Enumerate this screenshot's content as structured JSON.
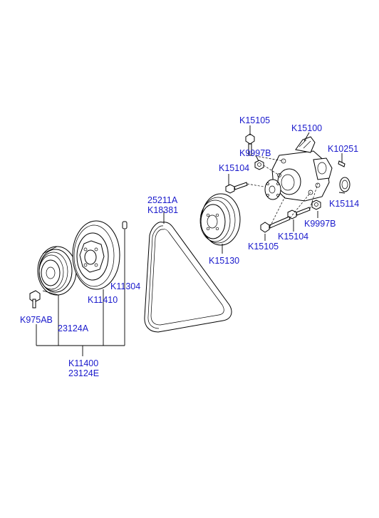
{
  "labels": {
    "k15105_top": "K15105",
    "k15100": "K15100",
    "k10251": "K10251",
    "k9997b_top": "K9997B",
    "k15104_top": "K15104",
    "k15114": "K15114",
    "k9997b_bottom": "K9997B",
    "k15104_bottom": "K15104",
    "k15105_bottom": "K15105",
    "k15130": "K15130",
    "belt_code_1": "25211A",
    "belt_code_2": "K18381",
    "k11304": "K11304",
    "k11410": "K11410",
    "k975ab": "K975AB",
    "code_23124a": "23124A",
    "k11400": "K11400",
    "code_23124e": "23124E"
  }
}
